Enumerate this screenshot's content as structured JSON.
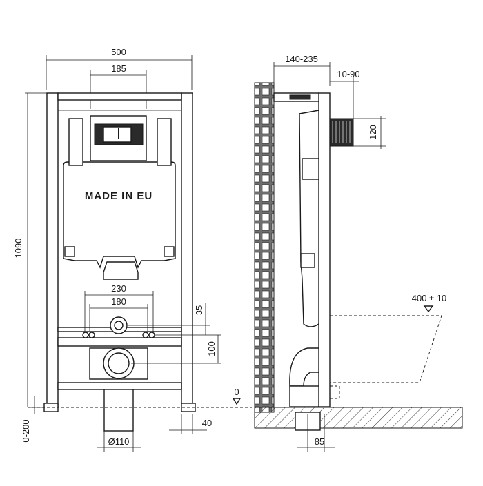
{
  "diagram": {
    "front_view": {
      "brand_mark": "MADE IN EU",
      "dims": {
        "total_width": "500",
        "flush_plate_width": "185",
        "height": "1090",
        "inlet_spacing": "230",
        "bolt_spacing": "180",
        "vert_35": "35",
        "vert_100": "100",
        "floor_adjust": "0-200",
        "outlet_diameter": "Ø110",
        "leg_offset": "40",
        "floor_level": "0"
      }
    },
    "side_view": {
      "dims": {
        "depth": "140-235",
        "depth_2": "10-90",
        "plate_height": "120",
        "bowl_height": "400 ± 10",
        "outlet_offset": "85"
      }
    }
  }
}
